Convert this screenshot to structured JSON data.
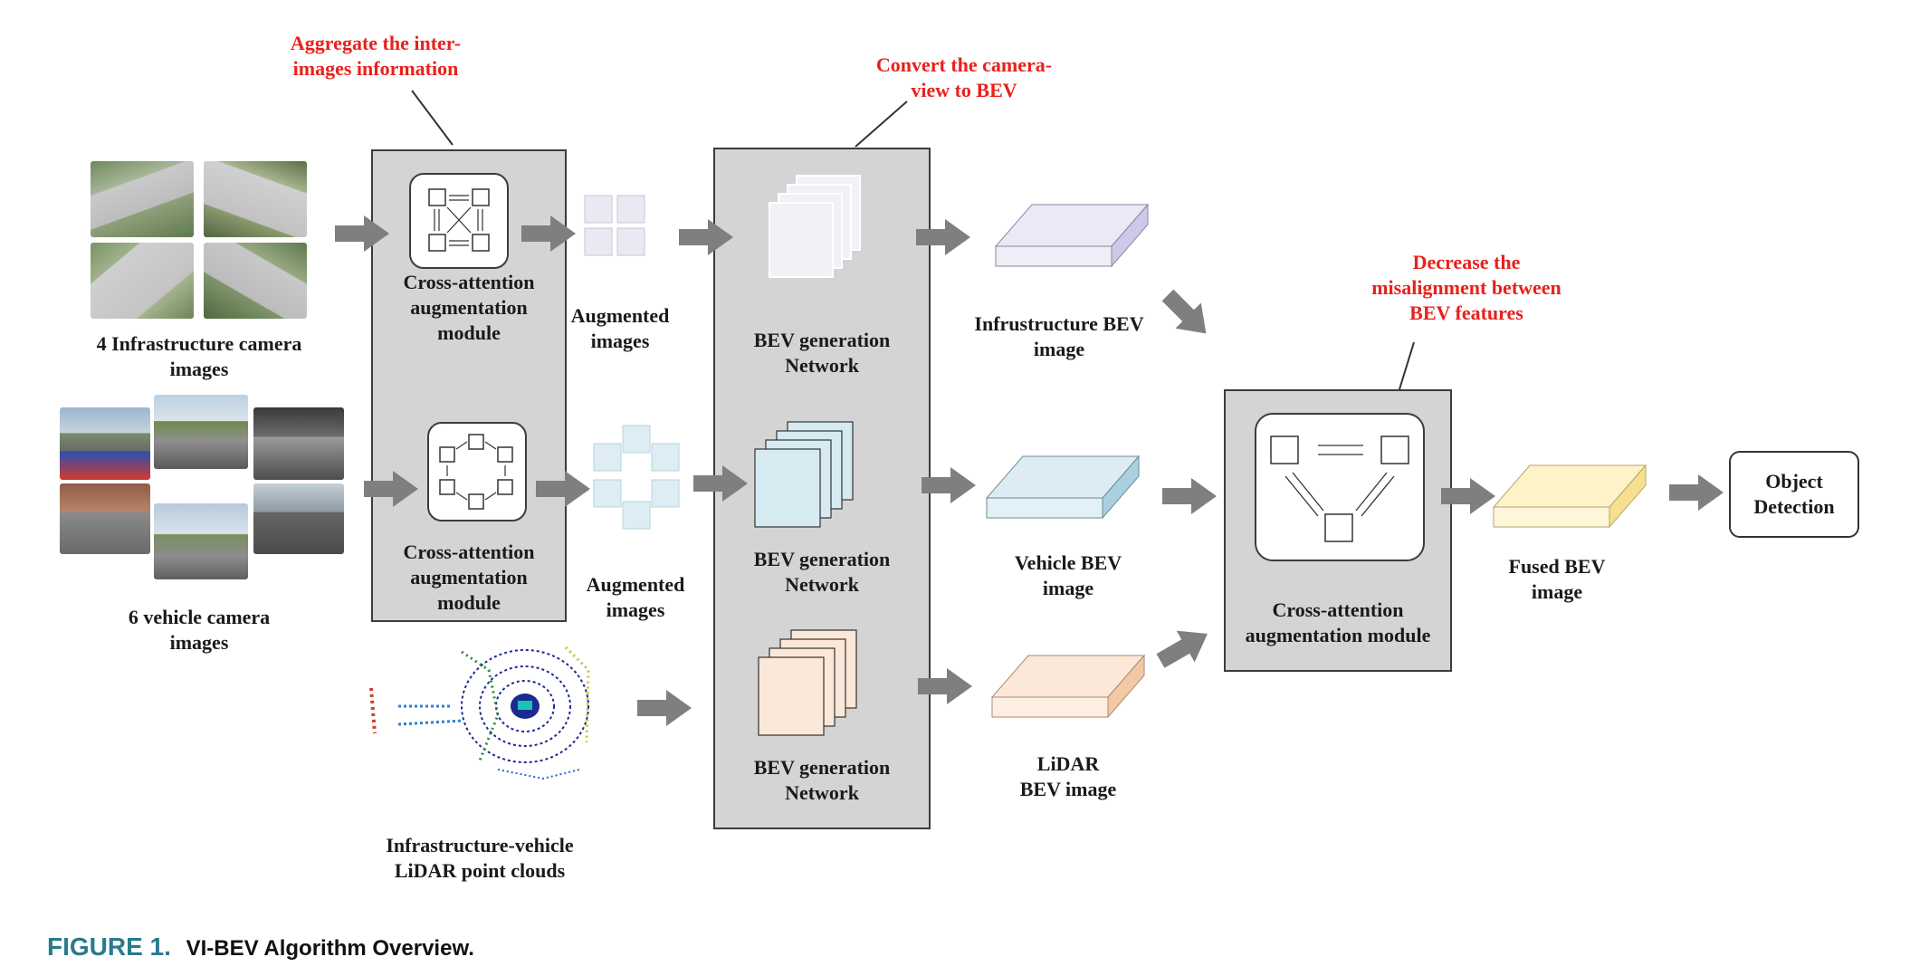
{
  "annotations": {
    "aggregate": [
      "Aggregate the inter-",
      "images information"
    ],
    "convert": [
      "Convert the camera-",
      "view to BEV"
    ],
    "decrease": [
      "Decrease the",
      "misalignment between",
      "BEV features"
    ]
  },
  "inputs": {
    "infra_cams": [
      "4 Infrastructure camera",
      "images"
    ],
    "vehicle_cams": [
      "6 vehicle camera",
      "images"
    ],
    "lidar": [
      "Infrastructure-vehicle",
      "LiDAR point clouds"
    ]
  },
  "modules": {
    "cross_attn_1": [
      "Cross-attention",
      "augmentation",
      "module"
    ],
    "cross_attn_2": [
      "Cross-attention",
      "augmentation",
      "module"
    ],
    "aug_images_1": [
      "Augmented",
      "images"
    ],
    "aug_images_2": [
      "Augmented",
      "images"
    ],
    "bev_net_1": [
      "BEV generation",
      "Network"
    ],
    "bev_net_2": [
      "BEV generation",
      "Network"
    ],
    "bev_net_3": [
      "BEV generation",
      "Network"
    ],
    "infra_bev": [
      "Infrustructure BEV",
      "image"
    ],
    "vehicle_bev": [
      "Vehicle BEV",
      "image"
    ],
    "lidar_bev": [
      "LiDAR",
      "BEV image"
    ],
    "fusion_module": [
      "Cross-attention",
      "augmentation module"
    ],
    "fused_bev": [
      "Fused BEV",
      "image"
    ],
    "object_detection": [
      "Object",
      "Detection"
    ]
  },
  "caption": {
    "label": "FIGURE 1.",
    "text": "VI-BEV Algorithm Overview."
  },
  "colors": {
    "annotation_red": "#e8211c",
    "caption_blue": "#2a7a8c",
    "panel_gray": "#d4d4d4",
    "arrow_gray": "#7f7f7f",
    "infra_bev_fill": "#ece8f6",
    "vehicle_bev_fill": "#dcecf2",
    "lidar_bev_fill": "#fbe8d8",
    "fused_bev_fill": "#fdf2c8"
  }
}
